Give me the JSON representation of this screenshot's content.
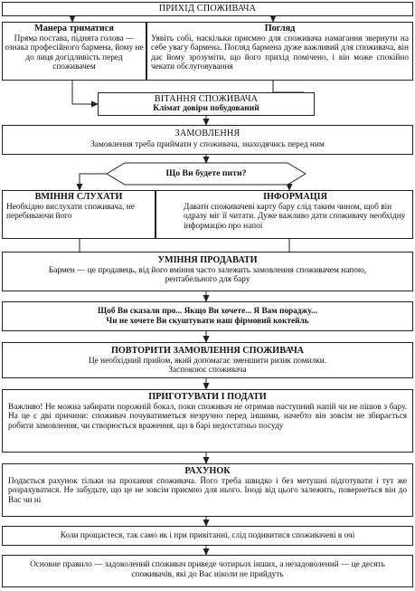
{
  "title": "ПРИХІД СПОЖИВАЧА",
  "manner": {
    "heading": "Манера триматися",
    "text": "Пряма постава, піднята голова — ознака професійного бармена, йому не до лиця догідливість перед споживачем"
  },
  "look": {
    "heading": "Погляд",
    "text": "Уявіть собі, наскільки приємно для споживача намагання звернути на себе увагу бармена. Погляд бармена дуже важливий для споживача, він дає йому зрозуміти, що його прихід помічено, і він може спокійно чекати обслуговування"
  },
  "greeting": {
    "heading": "ВІТАННЯ СПОЖИВАЧА",
    "subheading": "Клімат довіри побудований"
  },
  "order": {
    "heading": "ЗАМОВЛЕННЯ",
    "text": "Замовлення треба приймати у споживача, знаходячись перед ним"
  },
  "question": "Що Ви будете пити?",
  "listening": {
    "heading": "ВМІННЯ СЛУХАТИ",
    "text": "Необхідно вислухати споживача, не перебиваючи його"
  },
  "information": {
    "heading": "ІНФОРМАЦІЯ",
    "text": "Давати споживачеві карту бару слід таким чином, щоб він одразу міг її читати. Дуже важливо дати споживачу необхідну інформацію про напої"
  },
  "selling": {
    "heading": "УМІННЯ ПРОДАВАТИ",
    "text": "Бармен — це продавець, від його вміння часто залежить замовлення споживачем напою, рентабельного для бару"
  },
  "phrases": {
    "line1": "Щоб Ви сказали про... Якщо Ви хочете... Я Вам пораджу...",
    "line2": "Чи не хочете Ви скуштувати наш фірмовий коктейль"
  },
  "repeat": {
    "heading": "ПОВТОРИТИ ЗАМОВЛЕННЯ СПОЖИВАЧА",
    "text1": "Це необхідний прийом, який допомагає зменшити ризик помилки.",
    "text2": "Заспокоює споживача"
  },
  "prepare": {
    "heading": "ПРИГОТУВАТИ І ПОДАТИ",
    "text": "Важливо! Не можна забирати порожній бокал, поки споживач не отримав наступний напій чи не пішов з бару. На це є дві причини: споживач почуватиметься незручно перед іншими, начебто він зовсім не збирається робити замовлення, чи створюється враження, що в барі недостатньо посуду"
  },
  "bill": {
    "heading": "РАХУНОК",
    "text": "Подається рахунок тільки на прохання споживача. Його треба швидко і без метушні підготувати і тут же розрахуватися. Не забудьте, що це не зовсім приємно для нього. Іноді від цього залежить, повернеться він до Вас чи ні"
  },
  "farewell": "Коли прощаєтеся, так само як і при привітанні, слід подивитися споживачеві в очі",
  "rule": "Основне правило — задоволений споживач приведе чотирьох інших, а незадоволений — це десять споживачів, які до Вас ніколи не прийдуть"
}
